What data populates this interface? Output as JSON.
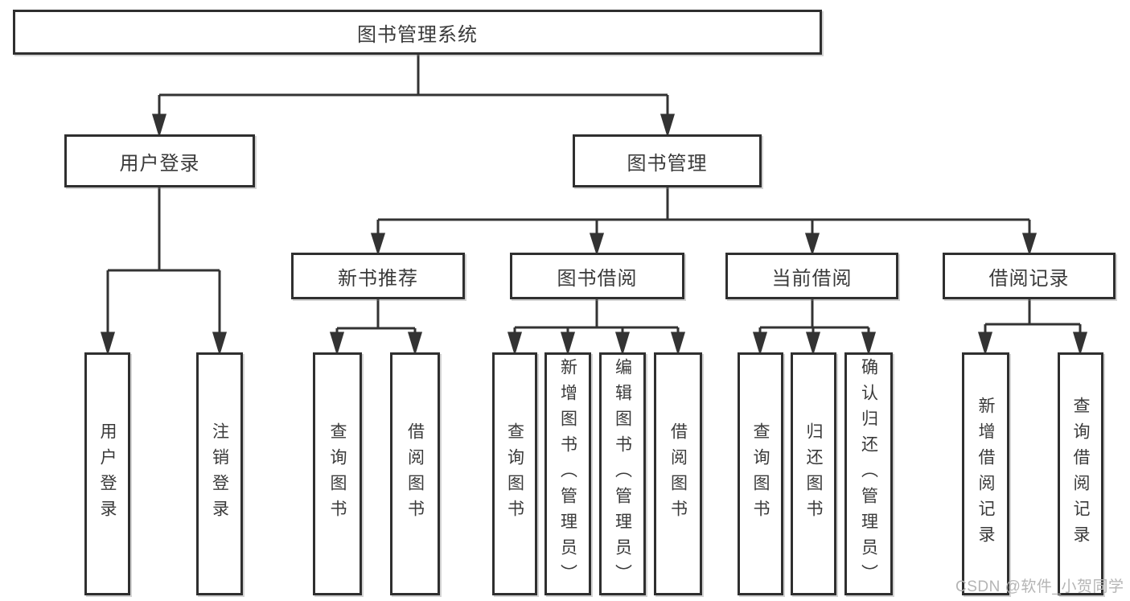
{
  "diagram": {
    "title_node": {
      "label": "图书管理系统"
    },
    "level2": [
      {
        "id": "user-login",
        "label": "用户登录"
      },
      {
        "id": "book-management",
        "label": "图书管理"
      }
    ],
    "level3": [
      {
        "id": "new-book-recommend",
        "label": "新书推荐"
      },
      {
        "id": "book-borrowing",
        "label": "图书借阅"
      },
      {
        "id": "current-borrowing",
        "label": "当前借阅"
      },
      {
        "id": "borrow-records",
        "label": "借阅记录"
      }
    ],
    "leaves": {
      "user_login": [
        {
          "label": "用户登录"
        },
        {
          "label": "注销登录"
        }
      ],
      "new_books": [
        {
          "label": "查询图书"
        },
        {
          "label": "借阅图书"
        }
      ],
      "book_borrow": [
        {
          "label": "查询图书"
        },
        {
          "label": "新增图书（管理员）"
        },
        {
          "label": "编辑图书（管理员）"
        },
        {
          "label": "借阅图书"
        }
      ],
      "current_borrow": [
        {
          "label": "查询图书"
        },
        {
          "label": "归还图书"
        },
        {
          "label": "确认归还（管理员）"
        }
      ],
      "borrow_records": [
        {
          "label": "新增借阅记录"
        },
        {
          "label": "查询借阅记录"
        }
      ]
    },
    "colors": {
      "line": "#333333",
      "box_border": "#2f2f2f",
      "text": "#3a3a3a",
      "watermark": "#b5b5b5",
      "background": "#ffffff"
    }
  },
  "watermark": {
    "text": "CSDN @软件_小贺同学"
  }
}
